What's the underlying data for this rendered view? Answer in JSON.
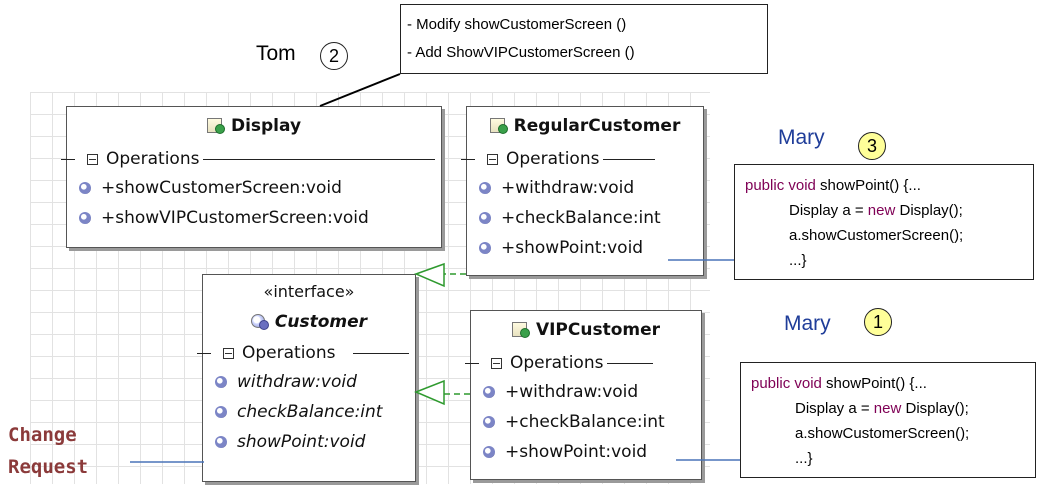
{
  "classes": {
    "display": {
      "name": "Display",
      "section": "Operations",
      "ops": [
        "+showCustomerScreen:void",
        "+showVIPCustomerScreen:void"
      ]
    },
    "regular": {
      "name": "RegularCustomer",
      "section": "Operations",
      "ops": [
        "+withdraw:void",
        "+checkBalance:int",
        "+showPoint:void"
      ]
    },
    "customer": {
      "stereotype": "«interface»",
      "name": "Customer",
      "section": "Operations",
      "ops": [
        "withdraw:void",
        "checkBalance:int",
        "showPoint:void"
      ]
    },
    "vip": {
      "name": "VIPCustomer",
      "section": "Operations",
      "ops": [
        "+withdraw:void",
        "+checkBalance:int",
        "+showPoint:void"
      ]
    }
  },
  "notes": {
    "tom": [
      "- Modify showCustomerScreen ()",
      "- Add ShowVIPCustomerScreen ()"
    ],
    "code_keyword_public": "public void",
    "code_sig": " showPoint() {...",
    "code_decl": "Display a = ",
    "code_keyword_new": "new",
    "code_ctor": " Display();",
    "code_call": "a.showCustomerScreen();",
    "code_end": "...}"
  },
  "labels": {
    "tom": "Tom",
    "tom_num": "2",
    "mary_top": "Mary",
    "mary_top_num": "3",
    "mary_mid": "Mary",
    "mary_mid_num": "1",
    "change": "Change",
    "request": "Request"
  },
  "colors": {
    "mary_label": "#1f3d99",
    "change_request": "#8b3a3a",
    "badge_fill": "#ffff99",
    "realization": "#2f9a2f",
    "connector": "#4a74b8"
  }
}
